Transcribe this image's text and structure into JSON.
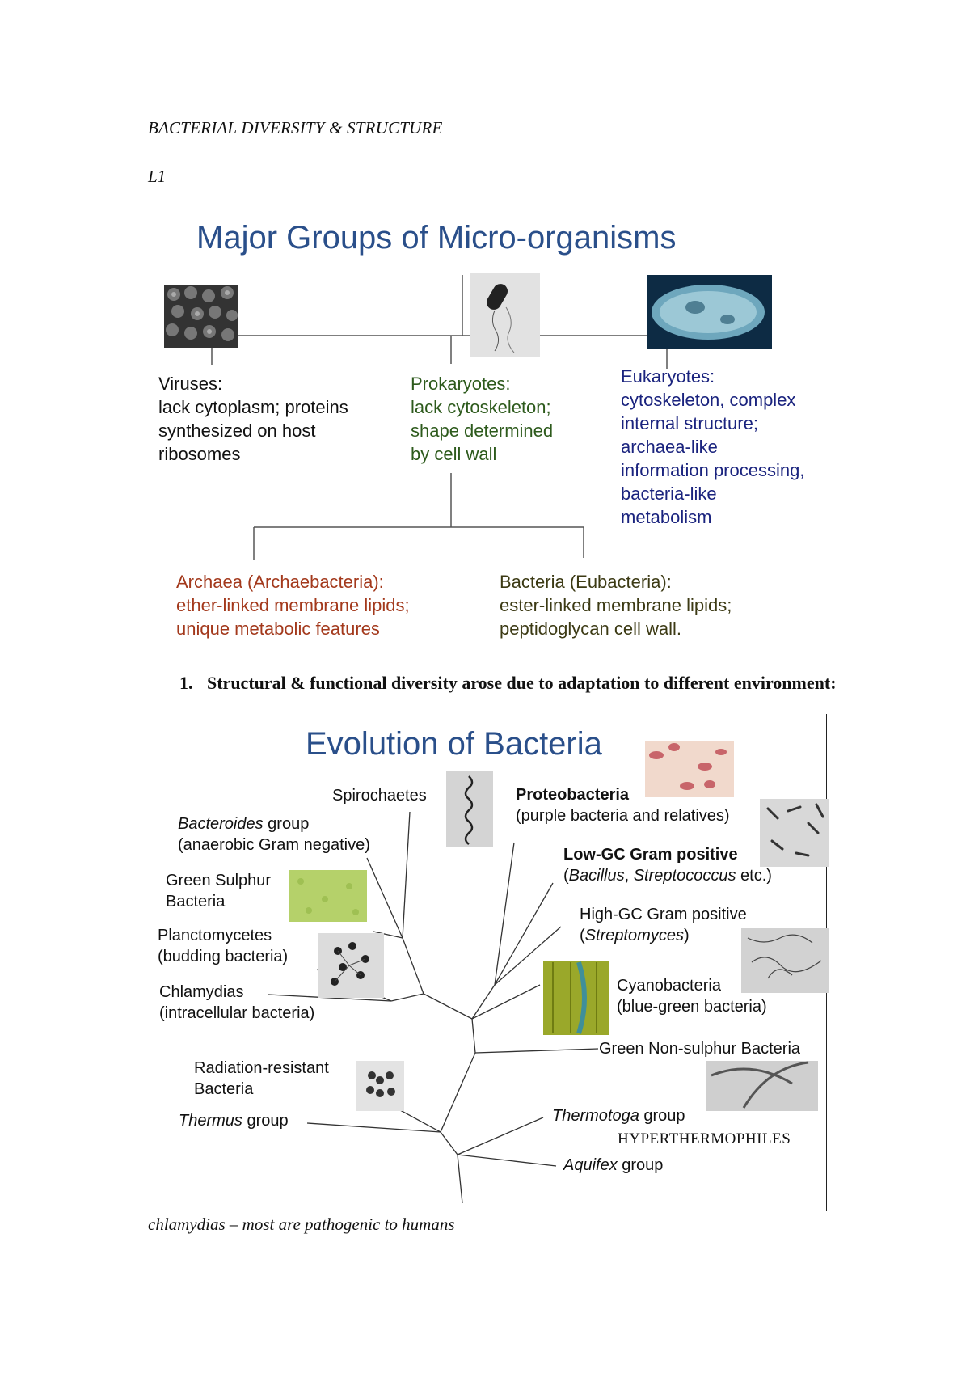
{
  "header": {
    "title": "BACTERIAL DIVERSITY & STRUCTURE",
    "lecture": "L1"
  },
  "figure1": {
    "title": "Major Groups of Micro-organisms",
    "viruses": {
      "title": "Viruses:",
      "lines": [
        "lack cytoplasm; proteins",
        "synthesized on host",
        "ribosomes"
      ]
    },
    "prokaryotes": {
      "title": "Prokaryotes:",
      "lines": [
        "lack cytoskeleton;",
        "shape determined",
        "by cell wall"
      ]
    },
    "eukaryotes": {
      "title": "Eukaryotes:",
      "lines": [
        "cytoskeleton, complex",
        "internal structure;",
        "archaea-like",
        "information processing,",
        "bacteria-like",
        "metabolism"
      ]
    },
    "archaea": {
      "title": "Archaea (Archaebacteria):",
      "lines": [
        "ether-linked membrane lipids;",
        "unique metabolic features"
      ]
    },
    "bacteria": {
      "title": "Bacteria (Eubacteria):",
      "lines": [
        "ester-linked membrane lipids;",
        "peptidoglycan cell wall."
      ]
    },
    "colors": {
      "title": "#2a4f8a",
      "prokaryotes": "#2d5a1c",
      "eukaryotes": "#1a237e",
      "archaea": "#a3391c",
      "bacteria": "#3c3a14"
    }
  },
  "point1": {
    "number": "1.",
    "text": "Structural & functional diversity arose due to adaptation to different environment:"
  },
  "figure2": {
    "title": "Evolution of Bacteria",
    "spirochaetes": "Spirochaetes",
    "bacteroides": {
      "name": "Bacteroides",
      "rest": " group",
      "sub": "(anaerobic Gram negative)"
    },
    "green_sulphur": {
      "line1": "Green Sulphur",
      "line2": "Bacteria"
    },
    "planctomycetes": {
      "line1": "Planctomycetes",
      "line2": "(budding bacteria)"
    },
    "chlamydias": {
      "line1": "Chlamydias",
      "line2": "(intracellular bacteria)"
    },
    "radiation": {
      "line1": "Radiation-resistant",
      "line2": "Bacteria"
    },
    "thermus": {
      "name": "Thermus",
      "rest": " group"
    },
    "proteobacteria": {
      "title": "Proteobacteria",
      "sub": "(purple bacteria and relatives)"
    },
    "low_gc": {
      "title": "Low-GC Gram positive",
      "pre": "(",
      "bacillus": "Bacillus",
      "sep": ", ",
      "strep": "Streptococcus",
      "post": " etc.)"
    },
    "high_gc": {
      "line1": "High-GC Gram positive",
      "pre": "(",
      "name": "Streptomyces",
      "post": ")"
    },
    "cyanobacteria": {
      "line1": "Cyanobacteria",
      "line2": "(blue-green bacteria)"
    },
    "green_non_sulphur": "Green Non-sulphur Bacteria",
    "thermotoga": {
      "name": "Thermotoga",
      "rest": " group"
    },
    "hyperthermophiles": "HYPERTHERMOPHILES",
    "aquifex": {
      "name": "Aquifex",
      "rest": " group"
    }
  },
  "footer_note": "chlamydias – most are pathogenic to humans"
}
